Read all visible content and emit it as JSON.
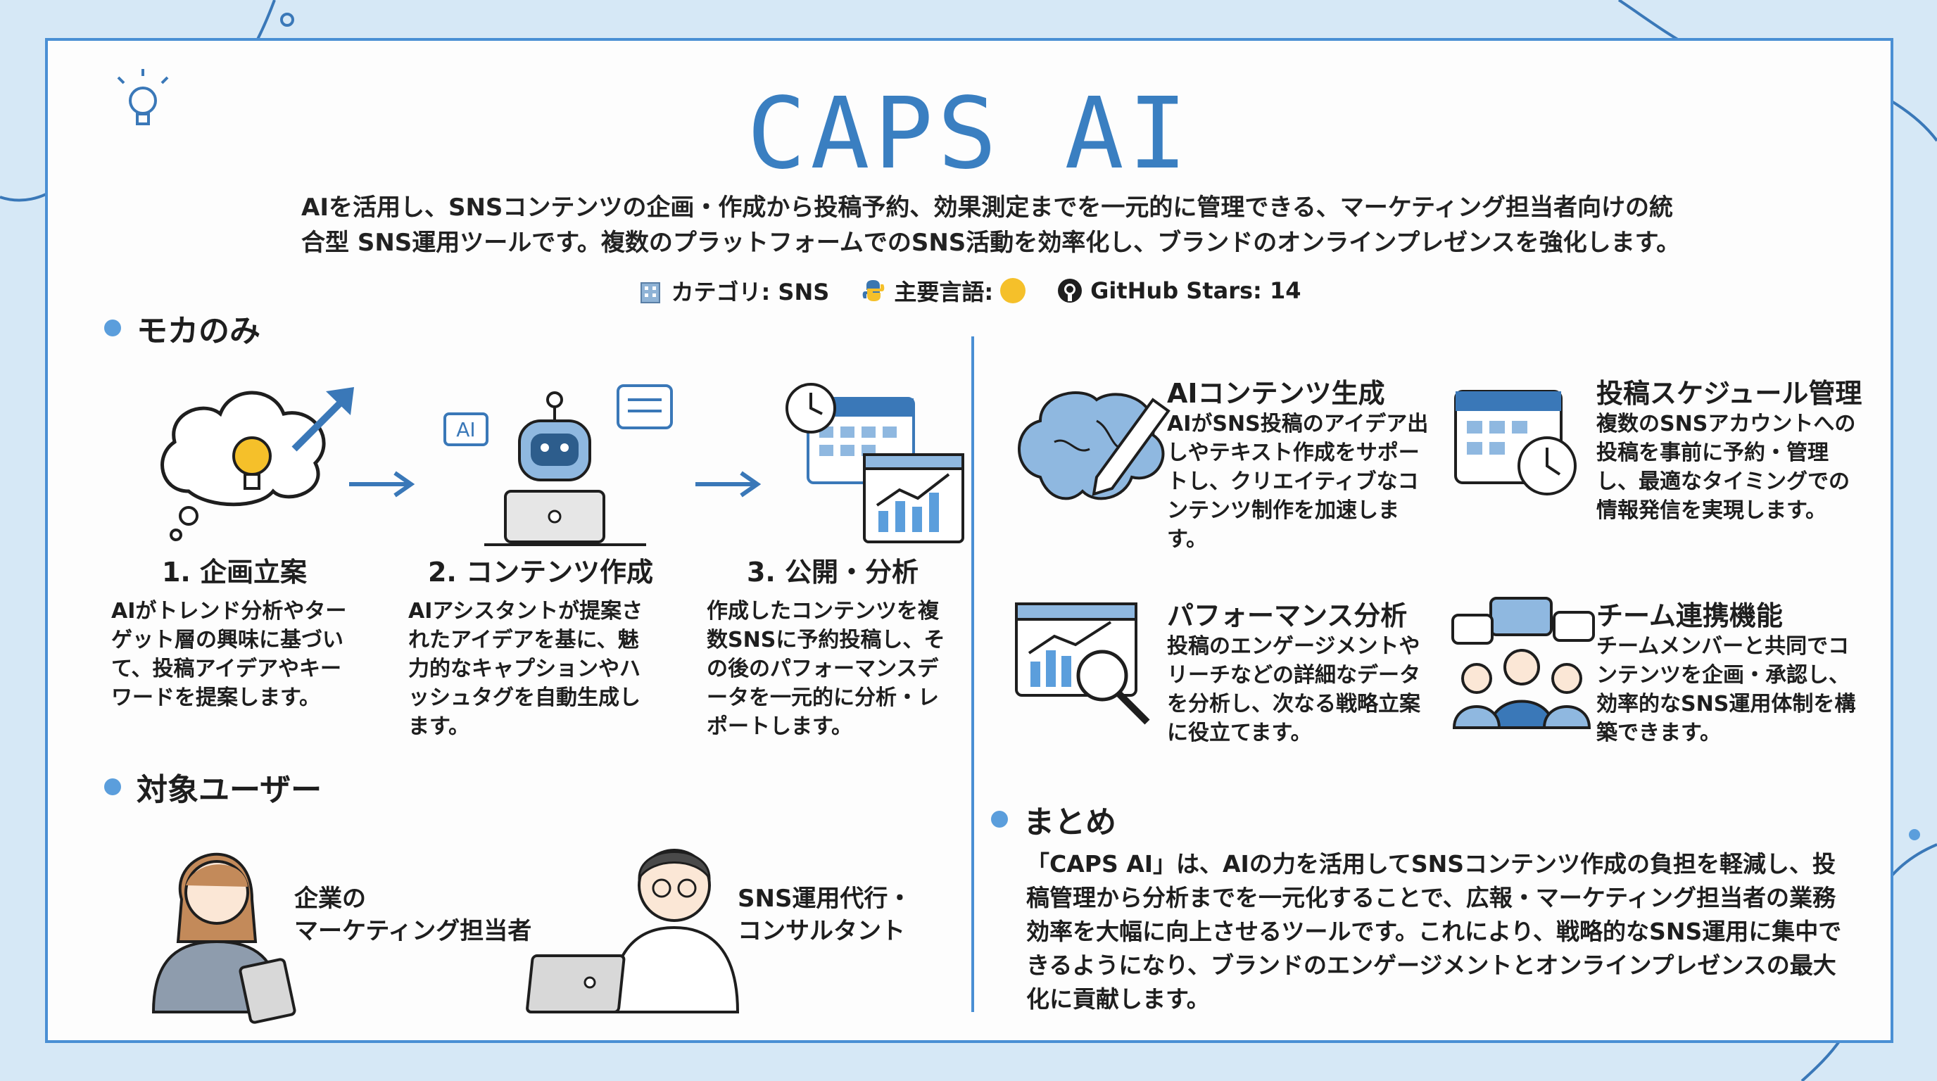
{
  "header": {
    "title": "CAPS AI",
    "description": "AIを活用し、SNSコンテンツの企画・作成から投稿予約、効果測定までを一元的に管理できる、マーケティング担当者向けの統合型 SNS運用ツールです。複数のプラットフォームでのSNS活動を効率化し、ブランドのオンラインプレゼンスを強化します。",
    "category_label": "カテゴリ: SNS",
    "language_label": "主要言語:",
    "stars_label": "GitHub Stars: 14"
  },
  "flow": {
    "heading": "モカのみ",
    "steps": [
      {
        "title": "1. 企画立案",
        "text": "AIがトレンド分析やターゲット層の興味に基づいて、投稿アイデアやキーワードを提案します。"
      },
      {
        "title": "2. コンテンツ作成",
        "text": "AIアシスタントが提案されたアイデアを基に、魅力的なキャプションやハッシュタグを自動生成します。",
        "icon_text": "AI"
      },
      {
        "title": "3. 公開・分析",
        "text": "作成したコンテンツを複数SNSに予約投稿し、その後のパフォーマンスデータを一元的に分析・レポートします。"
      }
    ]
  },
  "users": {
    "heading": "対象ユーザー",
    "items": [
      {
        "label": "企業の\nマーケティング担当者"
      },
      {
        "label": "SNS運用代行・\nコンサルタント"
      }
    ]
  },
  "features": [
    {
      "title": "AIコンテンツ生成",
      "text": "AIがSNS投稿のアイデア出しやテキスト作成をサポートし、クリエイティブなコンテンツ制作を加速します。"
    },
    {
      "title": "投稿スケジュール管理",
      "text": "複数のSNSアカウントへの投稿を事前に予約・管理し、最適なタイミングでの情報発信を実現します。"
    },
    {
      "title": "パフォーマンス分析",
      "text": "投稿のエンゲージメントやリーチなどの詳細なデータを分析し、次なる戦略立案に役立てます。"
    },
    {
      "title": "チーム連携機能",
      "text": "チームメンバーと共同でコンテンツを企画・承認し、効率的なSNS運用体制を構築できます。"
    }
  ],
  "summary": {
    "heading": "まとめ",
    "text": "「CAPS AI」は、AIの力を活用してSNSコンテンツ作成の負担を軽減し、投稿管理から分析までを一元化することで、広報・マーケティング担当者の業務効率を大幅に向上させるツールです。これにより、戦略的なSNS運用に集中できるようになり、ブランドのエンゲージメントとオンラインプレゼンスの最大化に貢献します。"
  },
  "colors": {
    "accent": "#4a8fd4",
    "title": "#3a7fc1",
    "background": "#d6e8f6",
    "language_dot": "#f5c02a"
  }
}
